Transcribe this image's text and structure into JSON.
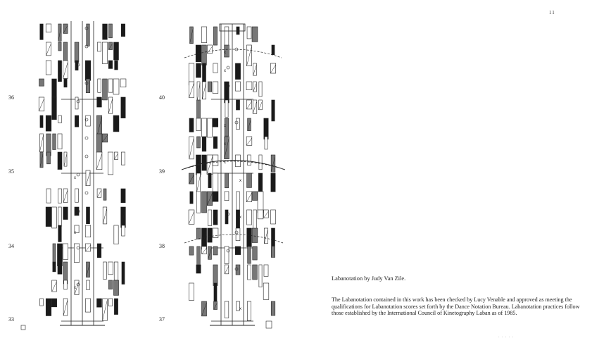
{
  "page": {
    "page_number": "11",
    "measure_numbers": [
      "36",
      "35",
      "34",
      "33",
      "40",
      "39",
      "38",
      "37"
    ],
    "credit": "Labanotation by Judy Van Zile.",
    "note": "The Labanotation contained in this work has been checked by Lucy Venable and approved as meeting the qualifications for Labanotation scores set forth by the Dance Notation Bureau. Labanotation practices follow those established by the International Council of Kinetography Laban as of 1985.",
    "footer_mark": "· · · · ·"
  }
}
